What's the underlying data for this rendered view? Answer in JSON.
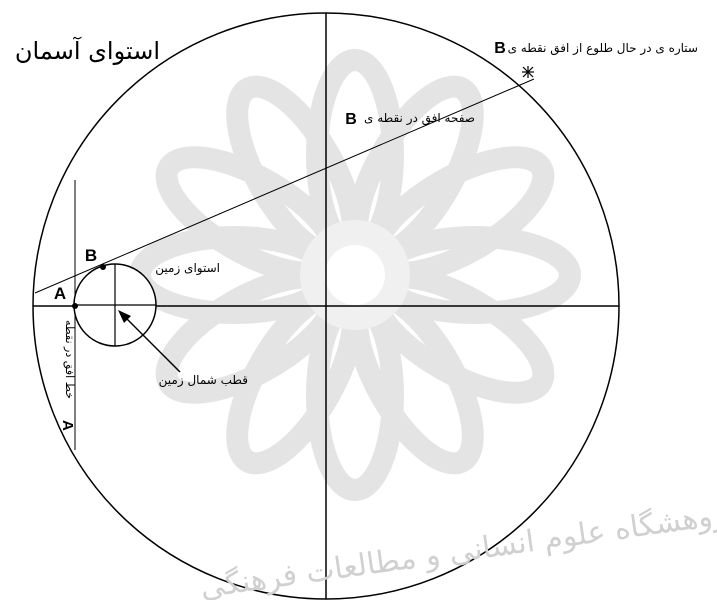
{
  "title": "استوای آسمان",
  "labels": {
    "star_rising": "ستاره ی در حال طلوع از افق نقطه ی",
    "star_rising_point": "B",
    "horizon_plane": "صفحه افق در نقطه ی",
    "horizon_plane_point": "B",
    "point_a": "A",
    "point_b": "B",
    "earth_equator": "استوای زمین",
    "earth_north_pole": "قطب شمال زمین",
    "horizon_line_a": "خط افق در نقطه",
    "horizon_line_a_point": "A"
  },
  "watermark": {
    "text": "پژوهشگاه علوم انسانی و مطالعات فرهنگی",
    "color": "#c8c8c8"
  },
  "colors": {
    "line": "#000000",
    "background": "#ffffff",
    "watermark": "#d4d4d4"
  }
}
